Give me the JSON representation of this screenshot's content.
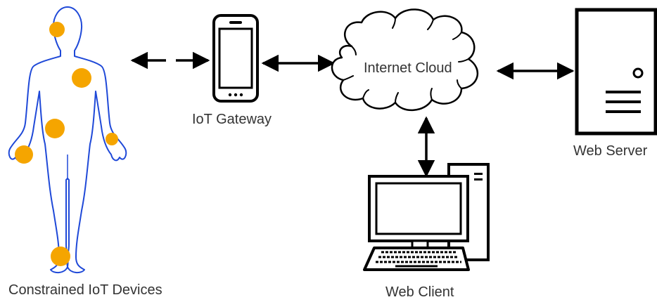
{
  "nodes": {
    "body": {
      "label": "Constrained IoT Devices"
    },
    "gateway": {
      "label": "IoT Gateway"
    },
    "cloud": {
      "label": "Internet Cloud"
    },
    "server": {
      "label": "Web Server"
    },
    "client": {
      "label": "Web Client"
    }
  },
  "colors": {
    "body_outline": "#1f49d8",
    "sensor": "#f5a500",
    "stroke": "#000000",
    "text": "#333333"
  },
  "edges": [
    {
      "from": "body",
      "to": "gateway",
      "style": "dashed",
      "direction": "both"
    },
    {
      "from": "gateway",
      "to": "cloud",
      "style": "solid",
      "direction": "both"
    },
    {
      "from": "cloud",
      "to": "server",
      "style": "solid",
      "direction": "both"
    },
    {
      "from": "cloud",
      "to": "client",
      "style": "solid",
      "direction": "both"
    }
  ]
}
